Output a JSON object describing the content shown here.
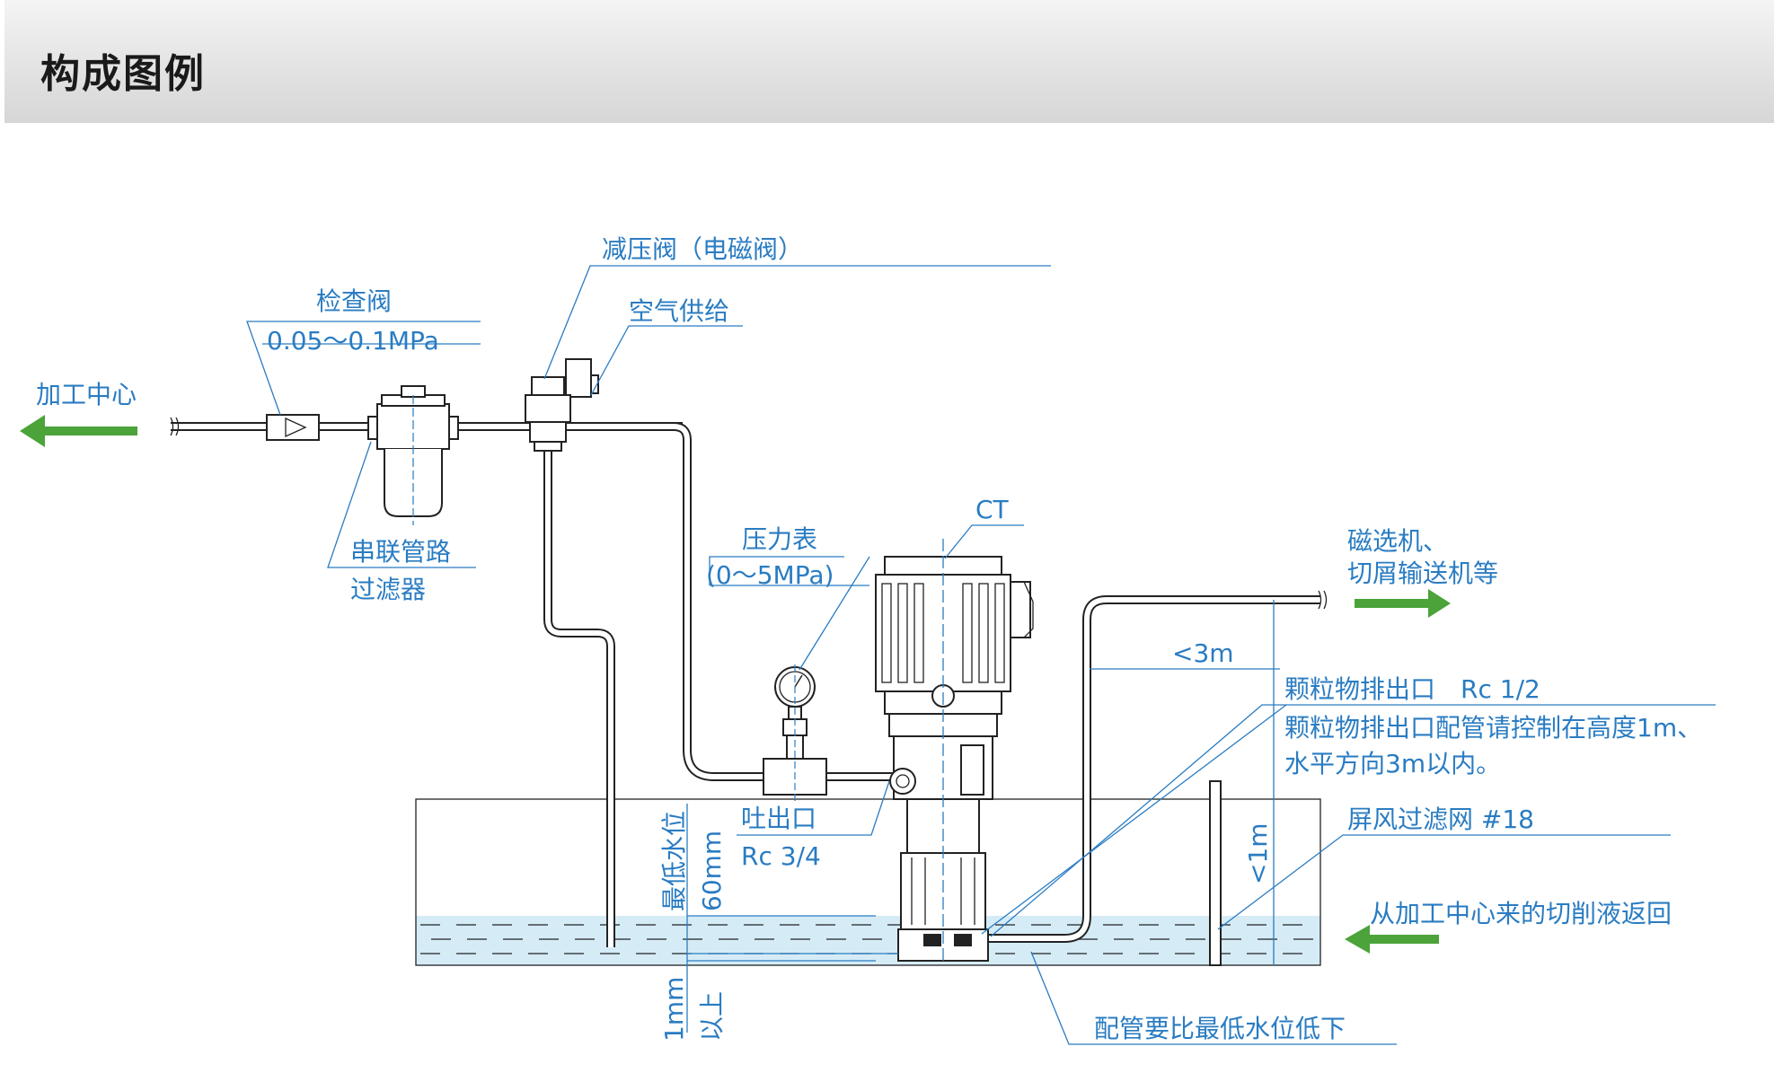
{
  "header": {
    "title": "构成图例"
  },
  "labels": {
    "machining_center": "加工中心",
    "check_valve": "检查阀",
    "check_valve_pressure": "0.05～0.1MPa",
    "relief_valve": "减压阀（电磁阀）",
    "air_supply": "空气供给",
    "series_filter_1": "串联管路",
    "series_filter_2": "过滤器",
    "pressure_gauge": "压力表",
    "pressure_gauge_range": "(0～5MPa)",
    "ct": "CT",
    "magnetic_sep_1": "磁选机、",
    "magnetic_sep_2": "切屑输送机等",
    "lt3m": "<3m",
    "particle_outlet": "颗粒物排出口　Rc 1/2",
    "particle_note_1": "颗粒物排出口配管请控制在高度1m、",
    "particle_note_2": "水平方向3m以内。",
    "discharge_1": "吐出口",
    "discharge_2": "Rc 3/4",
    "min_level_1": "最低水位",
    "min_level_2": "60mm",
    "lt1m": "<1m",
    "screen_filter": "屏风过滤网 #18",
    "return_fluid": "从加工中心来的切削液返回",
    "below_1": "1mm",
    "below_2": "以上",
    "pipe_below_note": "配管要比最低水位低下"
  },
  "colors": {
    "accent": "#2a7cc2",
    "arrow": "#4ba33a",
    "water": "#d5ecf7",
    "line": "#222222"
  }
}
